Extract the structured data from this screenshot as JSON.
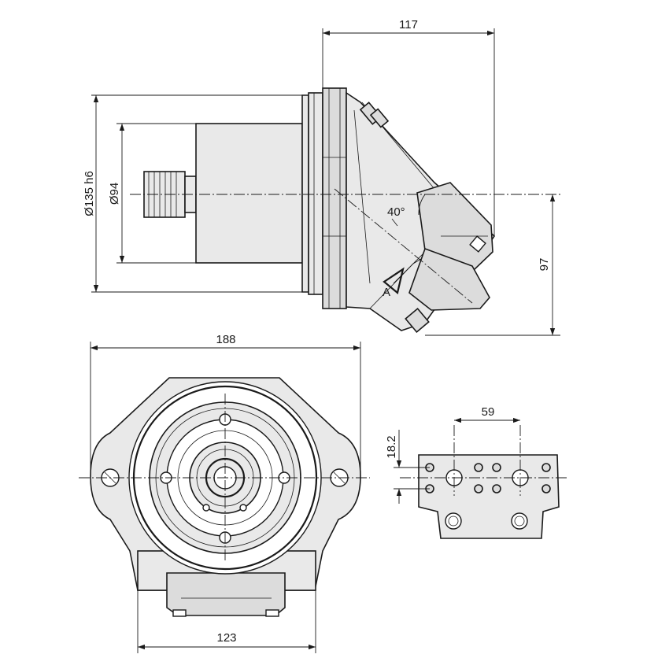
{
  "dimensions": {
    "top_width": "117",
    "flange_diameter": "Ø135 h6",
    "body_diameter": "Ø94",
    "height_right": "97",
    "tilt_angle": "40°",
    "front_width": "188",
    "bottom_width": "123",
    "port_spacing": "59",
    "port_height": "18.2"
  },
  "marker": "A"
}
